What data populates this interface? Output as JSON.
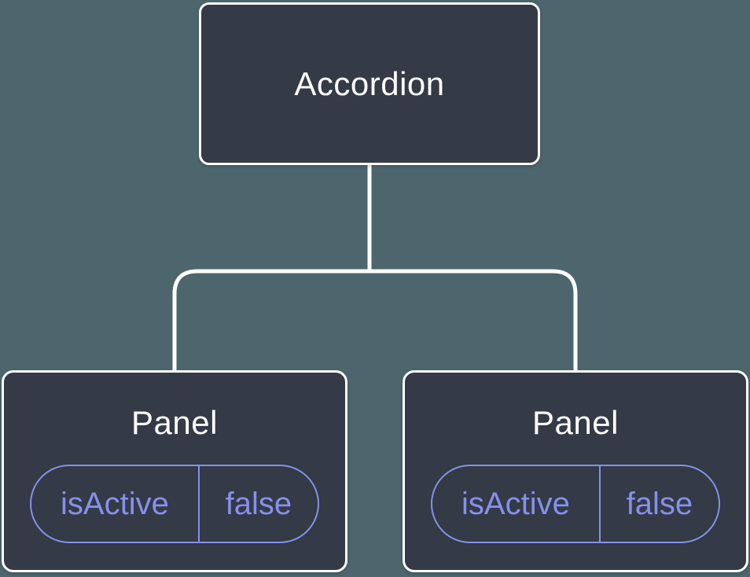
{
  "colors": {
    "background": "#4d666d",
    "node_fill": "#343a46",
    "node_border": "#ffffff",
    "node_text": "#ffffff",
    "connector": "#ffffff",
    "state_accent": "#8690ec"
  },
  "tree": {
    "root": {
      "label": "Accordion"
    },
    "children": [
      {
        "label": "Panel",
        "state": {
          "key": "isActive",
          "value": "false"
        }
      },
      {
        "label": "Panel",
        "state": {
          "key": "isActive",
          "value": "false"
        }
      }
    ]
  }
}
